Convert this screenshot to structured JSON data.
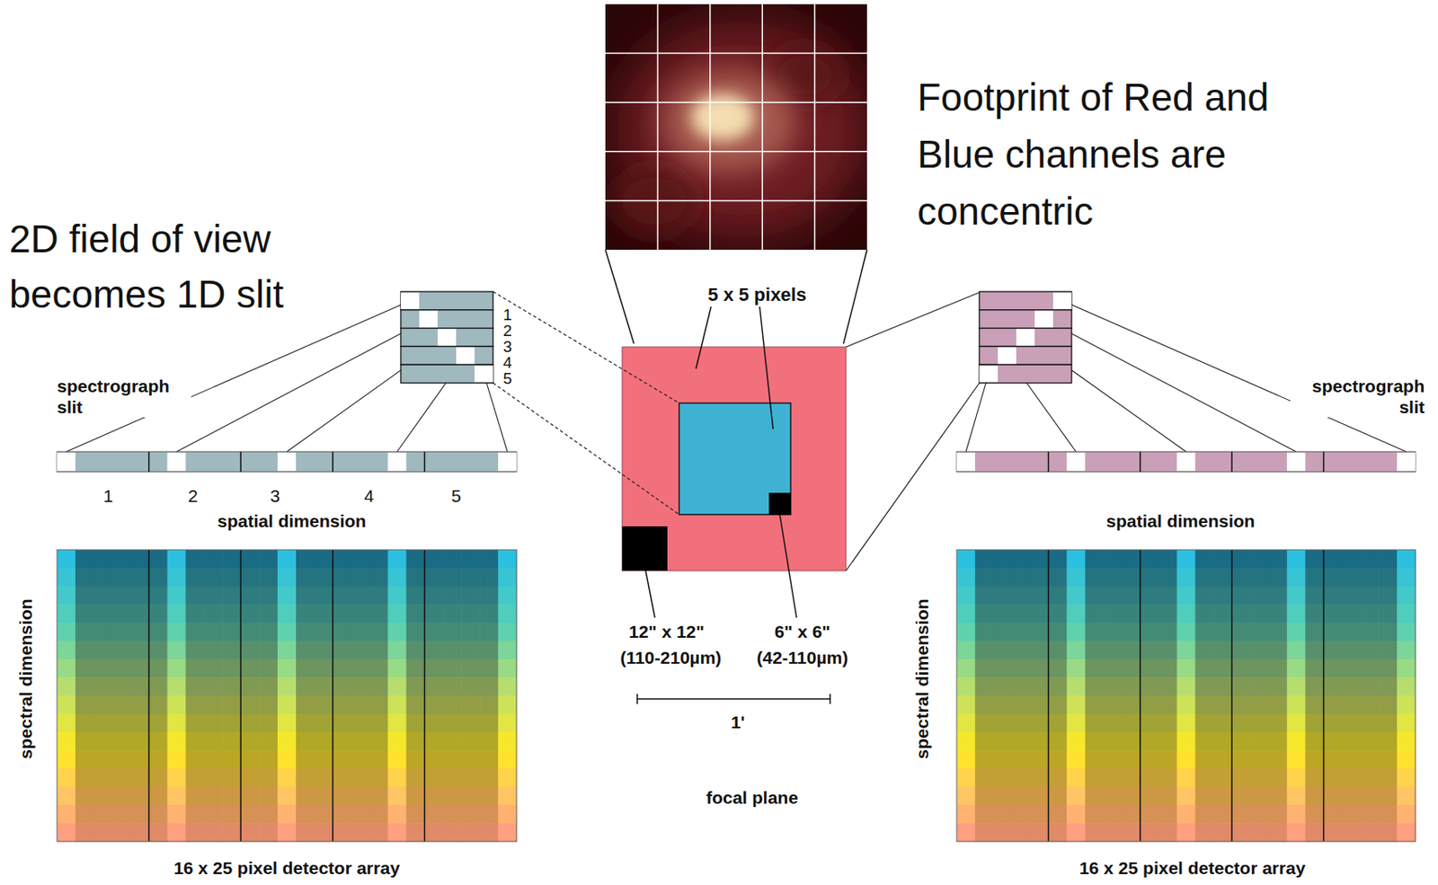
{
  "diagram": {
    "labels": [
      "2D field of view becomes 1D slit",
      "Footprint of Red and Blue channels are concentric",
      "5 x 5 pixels",
      "1",
      "2",
      "3",
      "4",
      "5",
      "spectrograph slit",
      "spectrograph slit",
      "1",
      "2",
      "3",
      "4",
      "5",
      "spatial dimension",
      "spatial dimension",
      "12\" x 12\"",
      "(110-210µm)",
      "6\" x 6\"",
      "(42-110µm)",
      "1'",
      "spectral dimension",
      "spectral dimension",
      "focal plane",
      "16 x 25 pixel detector array",
      "16 x 25 pixel detector array"
    ]
  }
}
